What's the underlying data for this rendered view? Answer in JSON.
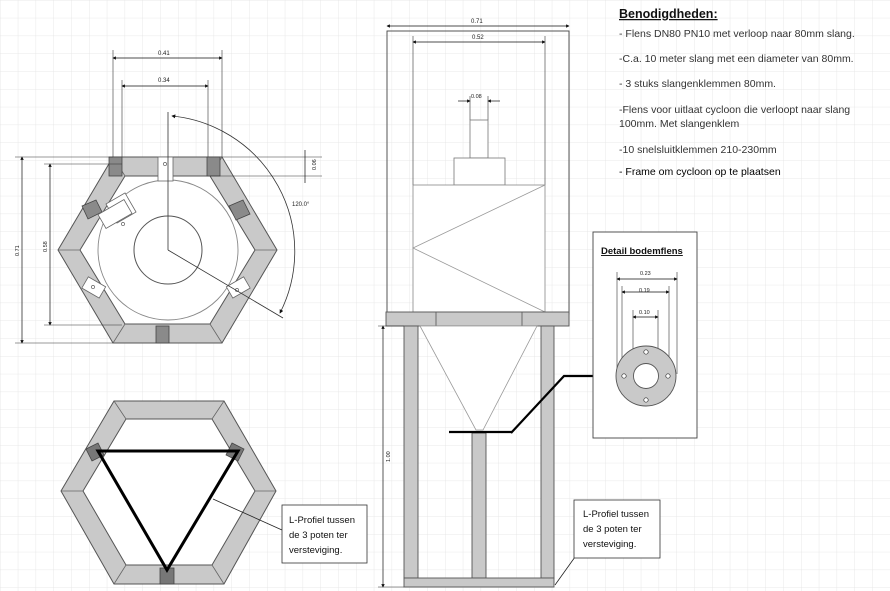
{
  "requirements": {
    "heading": "Benodigdheden:",
    "items": [
      "- Flens DN80 PN10 met verloop naar 80mm slang.",
      "-C.a. 10 meter slang met een diameter van 80mm.",
      "- 3 stuks slangenklemmen 80mm.",
      "-Flens voor uitlaat cycloon die verloopt naar slang",
      "100mm. Met slangenklem",
      "-10 snelsluitklemmen 210-230mm",
      "- Frame om cycloon op te plaatsen"
    ]
  },
  "top_view": {
    "dim_outer_width": "0.41",
    "dim_inner_width": "0.34",
    "dim_wall": "0.06",
    "dim_angle": "120.0°",
    "dim_outer_height": "0.71",
    "dim_inner_height": "0.58"
  },
  "side_view": {
    "dim_total_width": "0.71",
    "dim_cyclone_width": "0.52",
    "dim_outlet_width": "0.08",
    "dim_leg_height": "1.00"
  },
  "detail": {
    "title": "Detail bodemflens",
    "dim_outer": "0.23",
    "dim_bolt_circle": "0.19",
    "dim_inner": "0.10"
  },
  "callouts": {
    "bottom_left": [
      "L-Profiel tussen",
      "de 3 poten ter",
      "versteviging."
    ],
    "bottom_right": [
      "L-Profiel tussen",
      "de 3 poten ter",
      "versteviging."
    ]
  }
}
